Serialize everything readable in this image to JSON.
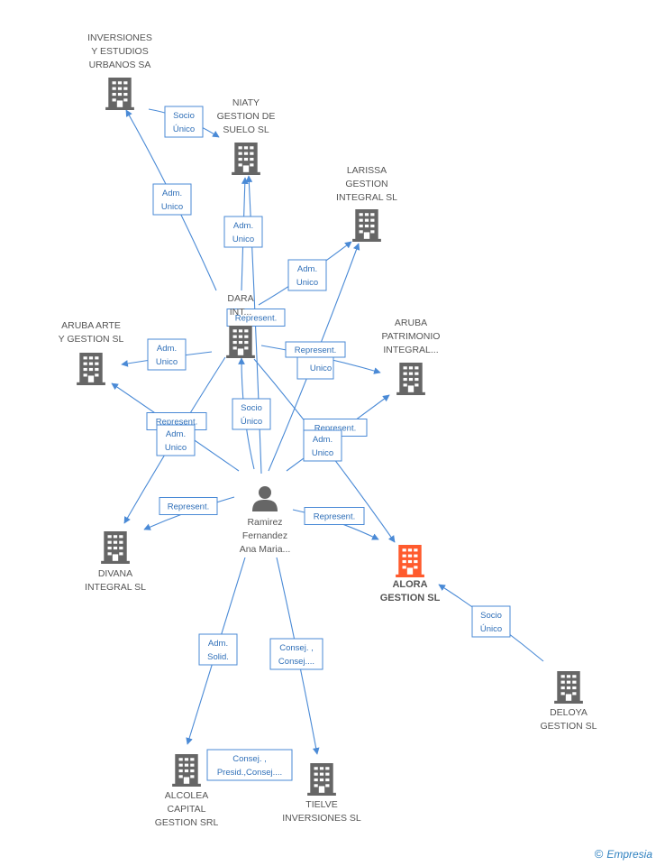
{
  "colors": {
    "accent": "#4a8ad6",
    "building": "#666666",
    "highlight": "#ff5a2d"
  },
  "nodes": [
    {
      "id": "inversiones",
      "lines": [
        "INVERSIONES",
        "Y ESTUDIOS",
        "URBANOS SA"
      ],
      "icon": "building-icon"
    },
    {
      "id": "niaty",
      "lines": [
        "NIATY",
        "GESTION DE",
        "SUELO  SL"
      ],
      "icon": "building-icon"
    },
    {
      "id": "larissa",
      "lines": [
        "LARISSA",
        "GESTION",
        "INTEGRAL SL"
      ],
      "icon": "building-icon"
    },
    {
      "id": "dara",
      "lines": [
        "DARA",
        "INT..."
      ],
      "icon": "building-icon"
    },
    {
      "id": "aruba_arte",
      "lines": [
        "ARUBA ARTE",
        "Y GESTION SL"
      ],
      "icon": "building-icon"
    },
    {
      "id": "aruba_patrimonio",
      "lines": [
        "ARUBA",
        "PATRIMONIO",
        "INTEGRAL..."
      ],
      "icon": "building-icon"
    },
    {
      "id": "ramirez",
      "lines": [
        "Ramirez",
        "Fernandez",
        "Ana Maria..."
      ],
      "icon": "person-icon"
    },
    {
      "id": "divana",
      "lines": [
        "DIVANA",
        "INTEGRAL SL"
      ],
      "icon": "building-icon"
    },
    {
      "id": "alora",
      "lines": [
        "ALORA",
        "GESTION SL"
      ],
      "icon": "building-icon",
      "highlight": true
    },
    {
      "id": "deloya",
      "lines": [
        "DELOYA",
        "GESTION SL"
      ],
      "icon": "building-icon"
    },
    {
      "id": "alcolea",
      "lines": [
        "ALCOLEA",
        "CAPITAL",
        "GESTION SRL"
      ],
      "icon": "building-icon"
    },
    {
      "id": "tielve",
      "lines": [
        "TIELVE",
        "INVERSIONES SL"
      ],
      "icon": "building-icon"
    }
  ],
  "edges": [
    {
      "from": "inversiones",
      "to": "niaty",
      "lines": [
        "Socio",
        "Único"
      ]
    },
    {
      "from": "dara",
      "to": "inversiones",
      "lines": [
        "Adm.",
        "Unico"
      ]
    },
    {
      "from": "dara",
      "to": "niaty",
      "lines": [
        "Adm.",
        "Unico"
      ]
    },
    {
      "from": "dara",
      "to": "larissa",
      "lines": [
        "Adm.",
        "Unico"
      ]
    },
    {
      "from": "ramirez",
      "to": "niaty",
      "lines": [
        "Represent."
      ]
    },
    {
      "from": "dara",
      "to": "aruba_arte",
      "lines": [
        "Adm.",
        "Unico"
      ]
    },
    {
      "from": "dara",
      "to": "aruba_patrimonio",
      "lines": [
        "Represent.",
        "Unico"
      ]
    },
    {
      "from": "ramirez",
      "to": "aruba_arte",
      "lines": [
        "Represent."
      ]
    },
    {
      "from": "ramirez",
      "to": "dara",
      "lines": [
        "Socio",
        "Único"
      ]
    },
    {
      "from": "ramirez",
      "to": "larissa",
      "lines": [
        "Represent."
      ]
    },
    {
      "from": "ramirez",
      "to": "aruba_patrimonio",
      "lines": [
        "Represent."
      ]
    },
    {
      "from": "dara",
      "to": "divana",
      "lines": [
        "Adm.",
        "Unico"
      ]
    },
    {
      "from": "dara",
      "to": "alora",
      "lines": [
        "Adm.",
        "Unico"
      ]
    },
    {
      "from": "ramirez",
      "to": "divana",
      "lines": [
        "Represent."
      ]
    },
    {
      "from": "ramirez",
      "to": "alora",
      "lines": [
        "Represent."
      ]
    },
    {
      "from": "deloya",
      "to": "alora",
      "lines": [
        "Socio",
        "Único"
      ]
    },
    {
      "from": "ramirez",
      "to": "alcolea",
      "lines": [
        "Adm.",
        "Solid."
      ]
    },
    {
      "from": "ramirez",
      "to": "tielve",
      "lines": [
        "Consej. ,",
        "Consej...."
      ]
    },
    {
      "from": "ramirez",
      "to": "alcolea",
      "lines": [
        "Consej. ,",
        "Presid.,Consej...."
      ]
    }
  ],
  "footer": {
    "copyright": "©",
    "brand": "Empresia"
  }
}
